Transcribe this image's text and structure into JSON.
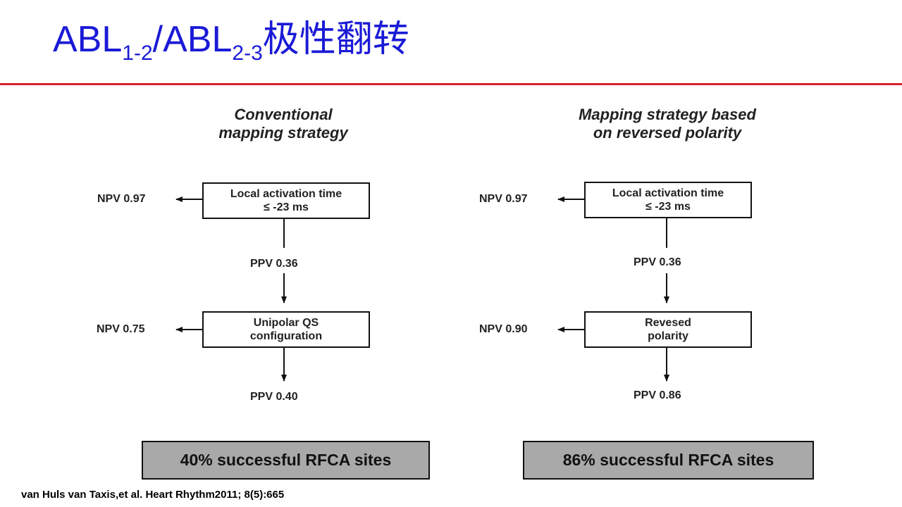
{
  "slide": {
    "title_parts": {
      "a": "ABL",
      "a_sub": "1-2",
      "sep": "/ABL",
      "b_sub": "2-3",
      "tail": "极性翻转"
    },
    "citation": "van Huls van Taxis,et al. Heart Rhythm2011; 8(5):665"
  },
  "left": {
    "heading_line1": "Conventional",
    "heading_line2": "mapping strategy",
    "box1_line1": "Local activation time",
    "box1_line2": "≤ -23 ms",
    "npv1": "NPV 0.97",
    "ppv1": "PPV 0.36",
    "box2_line1": "Unipolar QS",
    "box2_line2": "configuration",
    "npv2": "NPV 0.75",
    "ppv2": "PPV 0.40",
    "result": "40% successful RFCA sites"
  },
  "right": {
    "heading_line1": "Mapping strategy based",
    "heading_line2": "on reversed polarity",
    "box1_line1": "Local activation time",
    "box1_line2": "≤ -23 ms",
    "npv1": "NPV 0.97",
    "ppv1": "PPV 0.36",
    "box2_line1": "Revesed",
    "box2_line2": "polarity",
    "npv2": "NPV 0.90",
    "ppv2": "PPV 0.86",
    "result": "86% successful RFCA sites"
  },
  "colors": {
    "title": "#1a1ad6",
    "divider": "#d8202a",
    "result_fill": "#a9a9a9"
  }
}
